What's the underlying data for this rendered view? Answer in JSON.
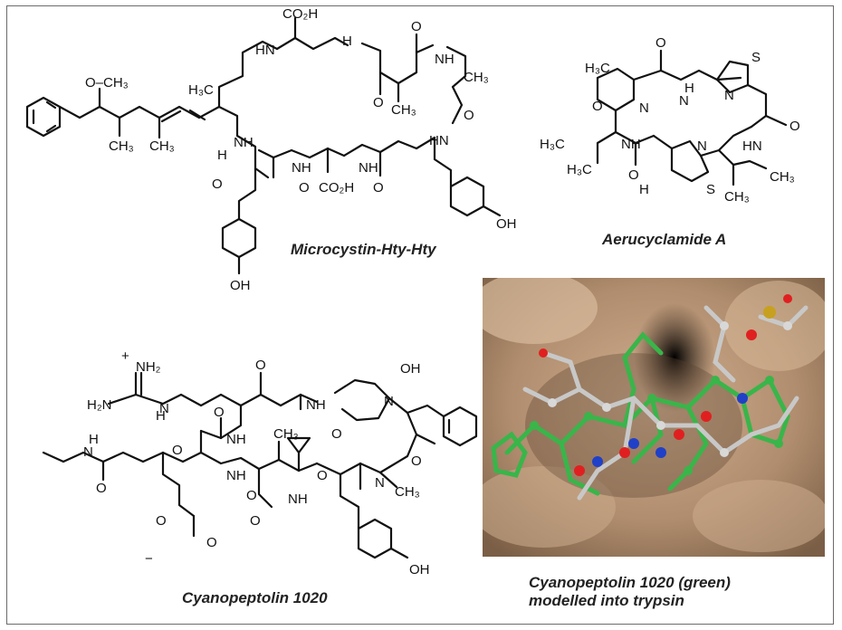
{
  "captions": {
    "microcystin": "Microcystin-Hty-Hty",
    "aerucyclamide": "Aerucyclamide A",
    "cyanopeptolin": "Cyanopeptolin 1020",
    "model_line1": "Cyanopeptolin 1020 (green)",
    "model_line2": "modelled into trypsin"
  },
  "labels": {
    "co2h": "CO₂H",
    "hn": "HN",
    "nh": "NH",
    "n": "N",
    "h": "H",
    "o": "O",
    "s": "S",
    "oh": "OH",
    "och3": "O–CH₃",
    "ch3": "CH₃",
    "h3c": "H₃C",
    "nh2": "NH₂",
    "h2n": "H₂N",
    "plus": "+",
    "minus": "−"
  },
  "colors": {
    "surface": "#b8977a",
    "carbon_green": "#39b54a",
    "carbon_grey": "#c8c8c8",
    "oxygen": "#e02020",
    "nitrogen": "#2040c8",
    "sulfur": "#c8a020"
  }
}
